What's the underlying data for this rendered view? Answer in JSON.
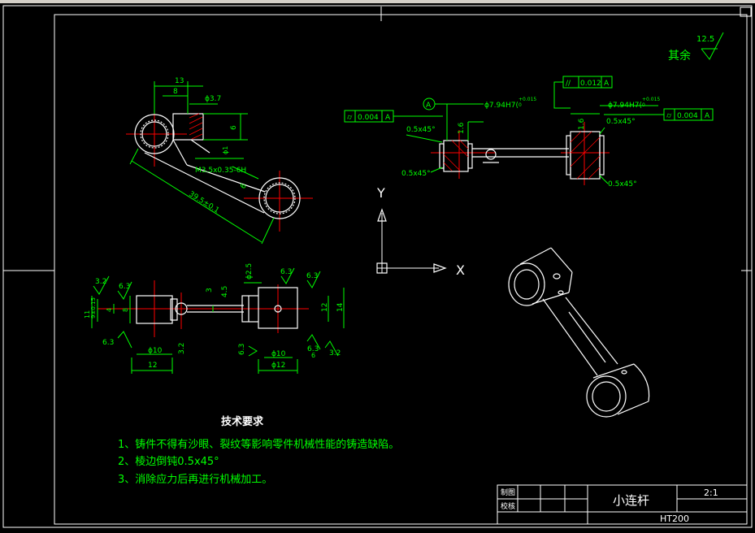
{
  "surface_finish": {
    "remainder_label": "其余",
    "remainder_value": "12.5"
  },
  "top_view": {
    "dims": {
      "d13": "13",
      "d8": "8",
      "phi37": "ϕ3.7",
      "d6": "6",
      "phi1": "ϕ1",
      "thread": "M3.5x0.35-6H",
      "d6b": "6",
      "length": "39.5±0.1"
    }
  },
  "section_view": {
    "datum": "A",
    "tol_left": {
      "sym": "⌭",
      "value": "0.004",
      "datum": "A"
    },
    "tol_parallel": {
      "sym": "//",
      "value": "0.012",
      "datum": "A"
    },
    "tol_right": {
      "sym": "⌭",
      "value": "0.004",
      "datum": "A"
    },
    "bore_left": "ϕ7.94H7(",
    "bore_right": "ϕ7.94H7(",
    "bore_sup": "+0.015",
    "bore_sub": "0",
    "ra_left": "1.6",
    "ra_right": "1.6",
    "chamfer1": "0.5x45°",
    "chamfer2": "0.5x45°",
    "chamfer3": "0.5x45°",
    "chamfer4": "0.5x45°"
  },
  "ucs": {
    "y": "Y",
    "x": "X"
  },
  "side_view": {
    "ra1": "3.2",
    "ra2": "6.3",
    "ra3": "6.3",
    "ra4": "6.3",
    "ra5": "6.3",
    "ra6": "6.3",
    "ra7": "3.2",
    "ra8": "6.3",
    "ra9": "3.2",
    "d11": "11",
    "d9": "9±0.15",
    "d4": "4",
    "d8": "8",
    "phi10a": "ϕ10",
    "d12a": "12",
    "d3": "3",
    "d45": "4.5",
    "phi25": "ϕ2.5",
    "d12b": "12",
    "d14": "14",
    "phi10b": "ϕ10",
    "phi12": "ϕ12",
    "d6": "6"
  },
  "tech_requirements": {
    "title": "技术要求",
    "items": [
      "1、铸件不得有沙眼、裂纹等影响零件机械性能的铸造缺陷。",
      "2、棱边倒钝0.5x45°",
      "3、消除应力后再进行机械加工。"
    ]
  },
  "title_block": {
    "drawn_label": "制图",
    "check_label": "校核",
    "part_name": "小连杆",
    "scale": "2:1",
    "material": "HT200"
  },
  "colors": {
    "background": "#000000",
    "dimension": "#00ff00",
    "centerline": "#ff0000",
    "object": "#ffffff"
  }
}
